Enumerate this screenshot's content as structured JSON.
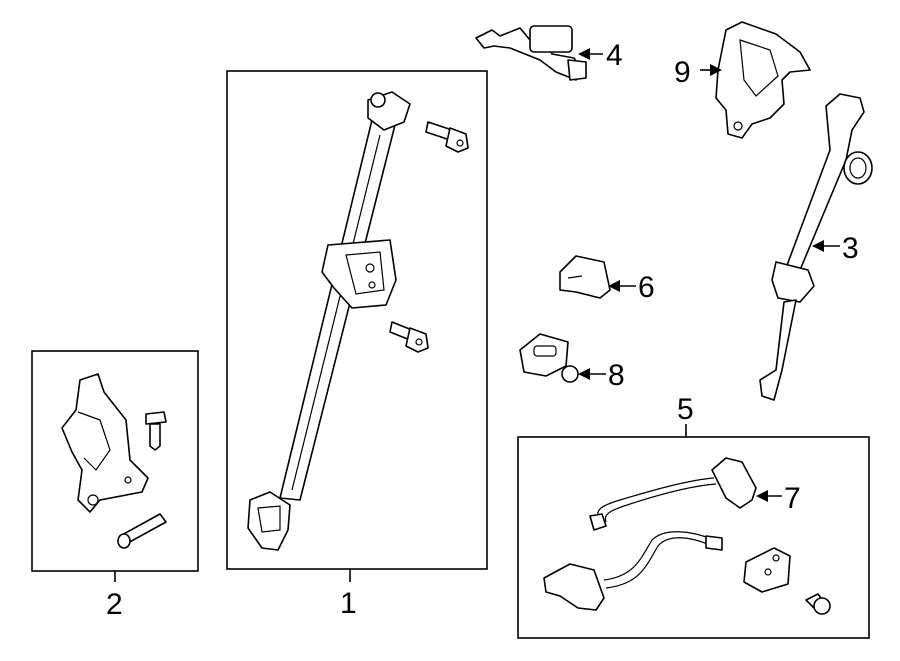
{
  "callouts": {
    "c1": "1",
    "c2": "2",
    "c3": "3",
    "c4": "4",
    "c5": "5",
    "c6": "6",
    "c7": "7",
    "c8": "8",
    "c9": "9"
  }
}
